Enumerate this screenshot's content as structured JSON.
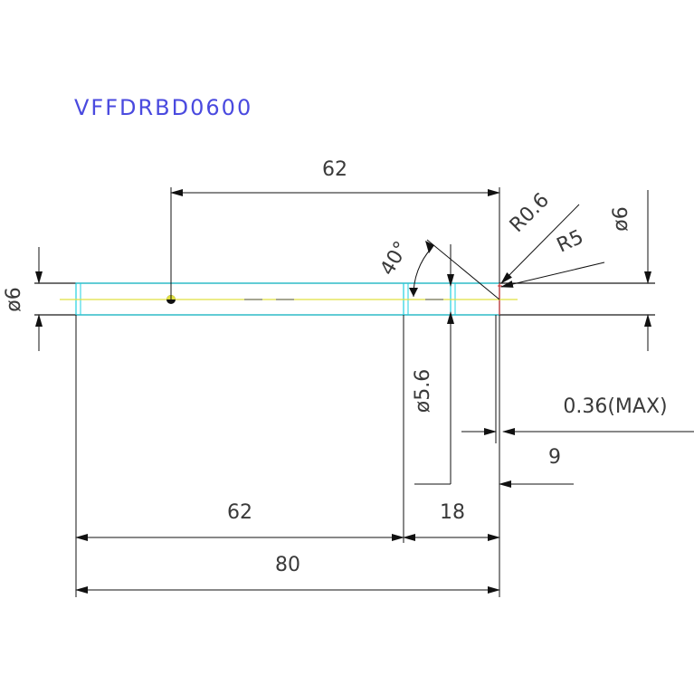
{
  "title": "VFFDRBD0600",
  "colors": {
    "title": "#4a4adf",
    "outline": "#1a1a1a",
    "cyan": "#20d0e0",
    "centerline": "#e0e040",
    "background": "#ffffff"
  },
  "dimensions": {
    "top_length": "62",
    "bottom_length_62": "62",
    "bottom_length_18": "18",
    "overall_80": "80",
    "diameter_left": "ø6",
    "diameter_right": "ø6",
    "diameter_neck": "ø5.6",
    "angle": "40°",
    "radius_r06": "R0.6",
    "radius_r5": "R5",
    "max_036": "0.36(MAX)",
    "nine": "9"
  }
}
